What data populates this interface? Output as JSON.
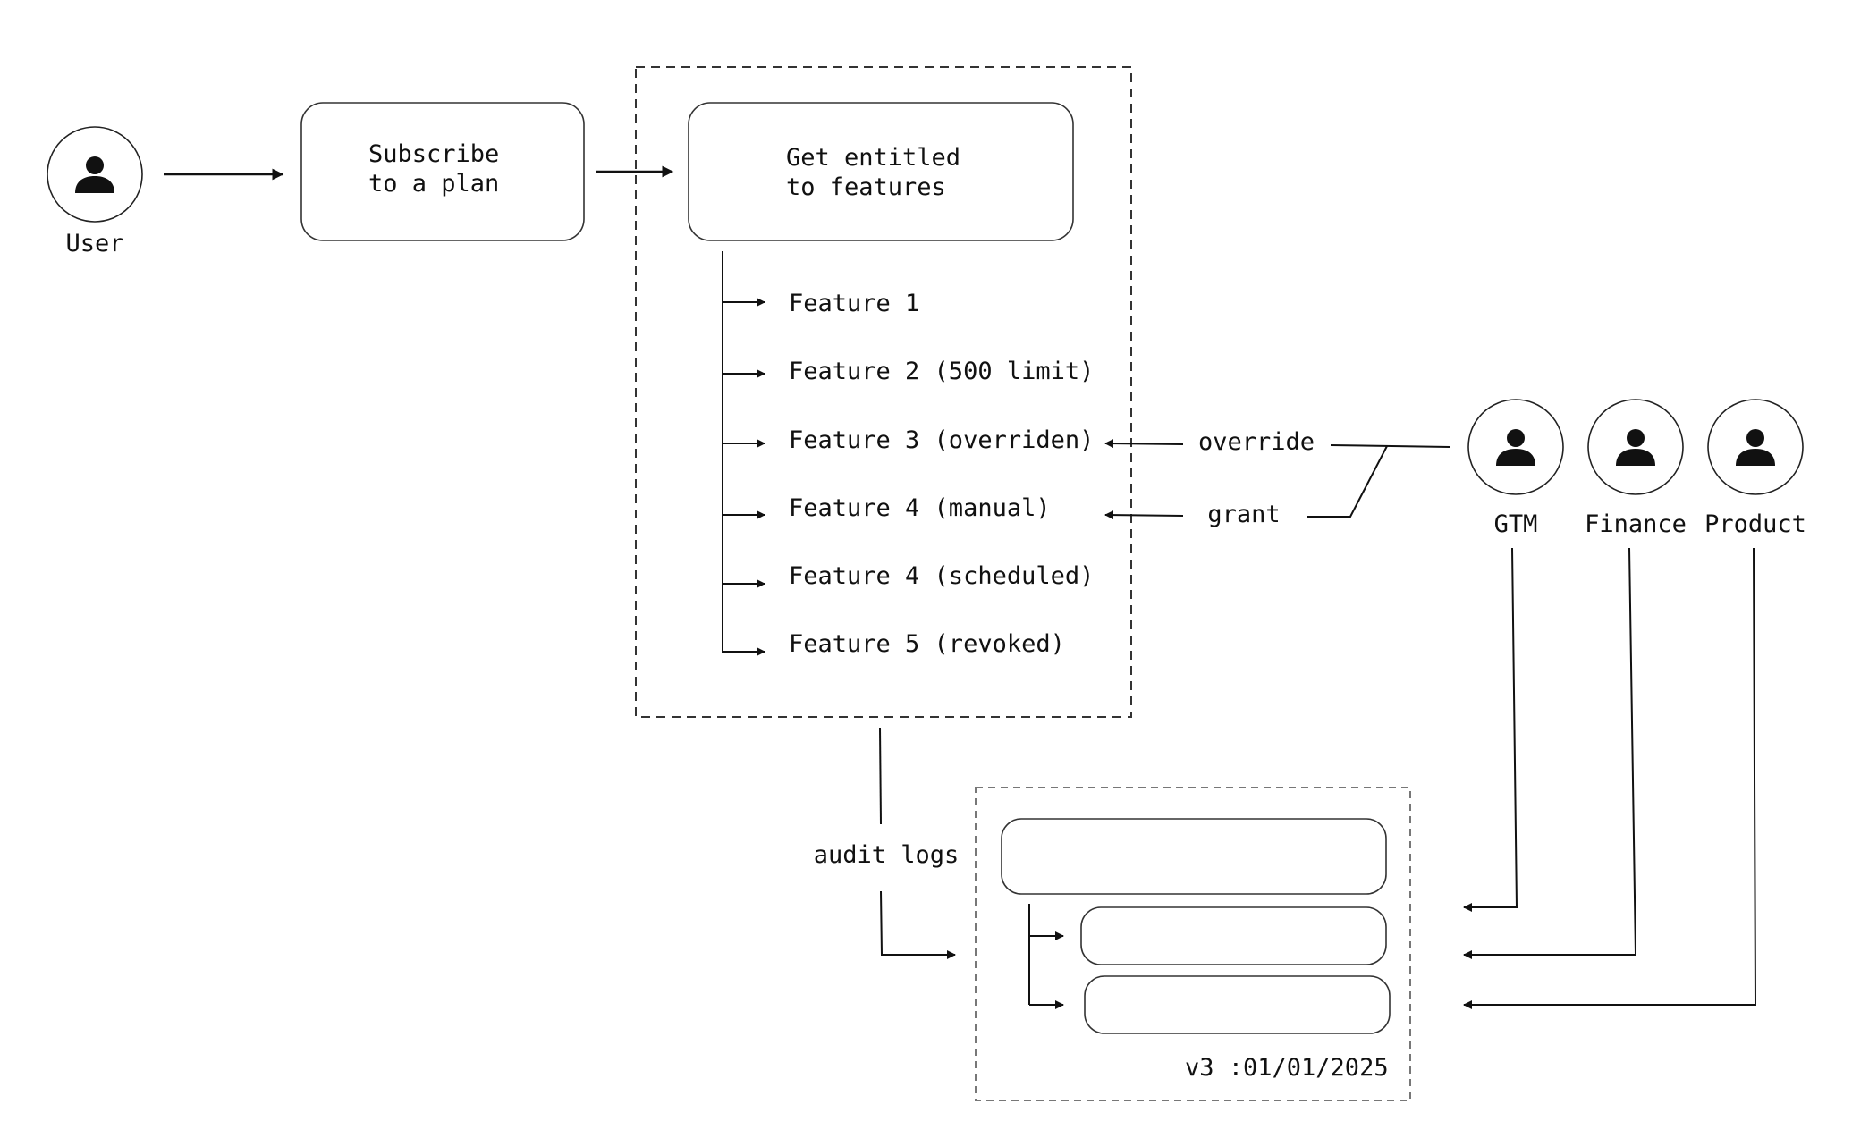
{
  "actors": {
    "user": {
      "label": "User"
    },
    "gtm": {
      "label": "GTM"
    },
    "finance": {
      "label": "Finance"
    },
    "product": {
      "label": "Product"
    }
  },
  "steps": {
    "subscribe": {
      "line1": "Subscribe",
      "line2": "to a plan"
    },
    "entitled": {
      "line1": "Get entitled",
      "line2": "to features"
    }
  },
  "features": [
    "Feature 1",
    "Feature 2 (500 limit)",
    "Feature 3 (overriden)",
    "Feature 4 (manual)",
    "Feature 4 (scheduled)",
    "Feature 5 (revoked)"
  ],
  "actions": {
    "override": "override",
    "grant": "grant"
  },
  "audit": {
    "label": "audit logs",
    "version": "v3 :01/01/2025"
  },
  "icons": {
    "person": "person-icon",
    "arrowhead": "arrow-head"
  },
  "colors": {
    "ink": "#111111",
    "border": "#333333",
    "dashed_secondary": "#777777",
    "background": "#ffffff"
  }
}
